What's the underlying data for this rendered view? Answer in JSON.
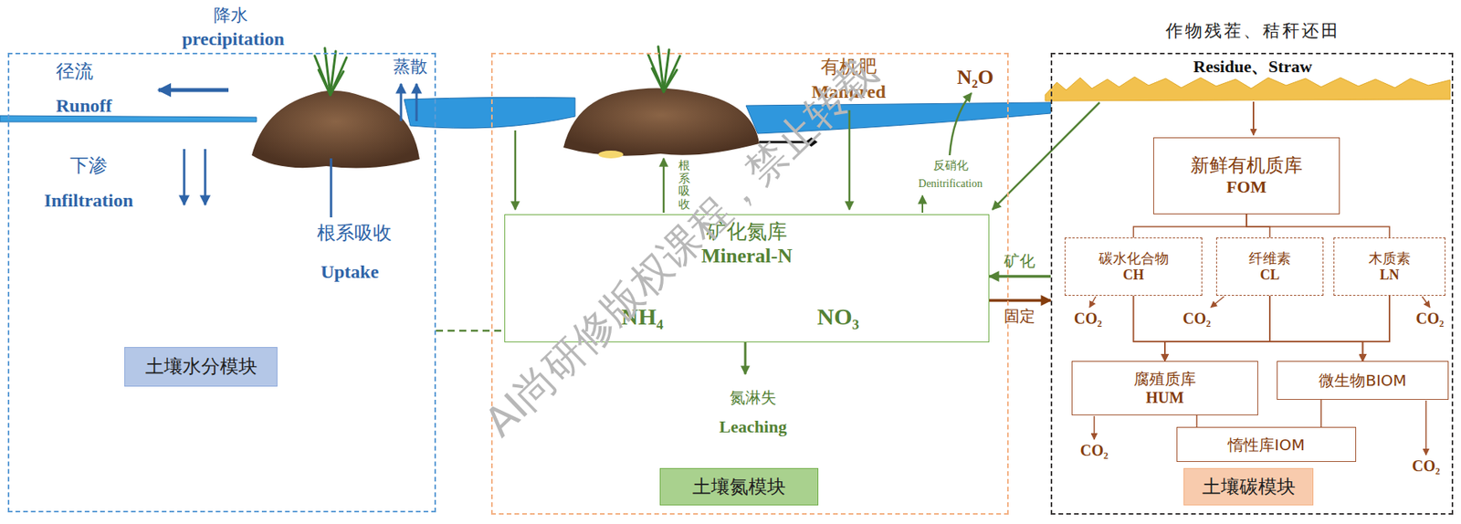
{
  "diagram": {
    "nodes": [
      {
        "text": [
          "土壤水分模块"
        ]
      },
      {
        "text": [
          "土壤氮模块"
        ]
      },
      {
        "text": [
          "土壤碳模块"
        ]
      },
      {
        "text": [
          "矿化氮库",
          "Mineral-N"
        ],
        "in": 1
      },
      {
        "text": [
          "NH₄"
        ],
        "in": 3
      },
      {
        "text": [
          "NO₃"
        ],
        "in": 3
      },
      {
        "text": [
          "新鲜有机质库",
          "FOM"
        ],
        "in": 2
      },
      {
        "text": [
          "碳水化合物",
          "CH"
        ],
        "in": 2
      },
      {
        "text": [
          "纤维素",
          "CL"
        ],
        "in": 2
      },
      {
        "text": [
          "木质素",
          "LN"
        ],
        "in": 2
      },
      {
        "text": [
          "腐殖质库",
          "HUM"
        ],
        "in": 2
      },
      {
        "text": [
          "微生物BIOM"
        ],
        "in": 2
      },
      {
        "text": [
          "惰性库IOM"
        ],
        "in": 2
      }
    ],
    "edges": [
      {
        "from": 0,
        "to": 3,
        "arrow": "none"
      },
      {
        "from": 4,
        "to": 5,
        "arrow": "to"
      },
      {
        "from": 2,
        "to": 3,
        "label": "矿化",
        "arrow": "to"
      },
      {
        "from": 3,
        "to": 2,
        "label": "固定",
        "arrow": "to"
      },
      {
        "from": 6,
        "to": 7,
        "arrow": "none"
      },
      {
        "from": 6,
        "to": 8,
        "arrow": "none"
      },
      {
        "from": 6,
        "to": 9,
        "arrow": "none"
      },
      {
        "from": 7,
        "to": 10,
        "arrow": "to"
      },
      {
        "from": 8,
        "to": 10,
        "arrow": "to"
      },
      {
        "from": 9,
        "to": 10,
        "arrow": "to"
      },
      {
        "from": 7,
        "to": 11,
        "arrow": "to"
      },
      {
        "from": 8,
        "to": 11,
        "arrow": "to"
      },
      {
        "from": 9,
        "to": 11,
        "arrow": "to"
      }
    ],
    "labels": [
      "降水",
      "precipitation",
      "径流",
      "Runoff",
      "蒸散",
      "下渗",
      "Infiltration",
      "根系吸收",
      "Uptake",
      "有机肥",
      "Manured",
      "N₂O",
      "反硝化",
      "Denitrification",
      "根系吸收",
      "氮淋失",
      "Leaching",
      "作物残茬、秸秆还田",
      "Residue、Straw",
      "CO₂",
      "CO₂",
      "CO₂",
      "CO₂",
      "CO₂",
      "AI尚研修版权课程，禁止转载"
    ]
  }
}
